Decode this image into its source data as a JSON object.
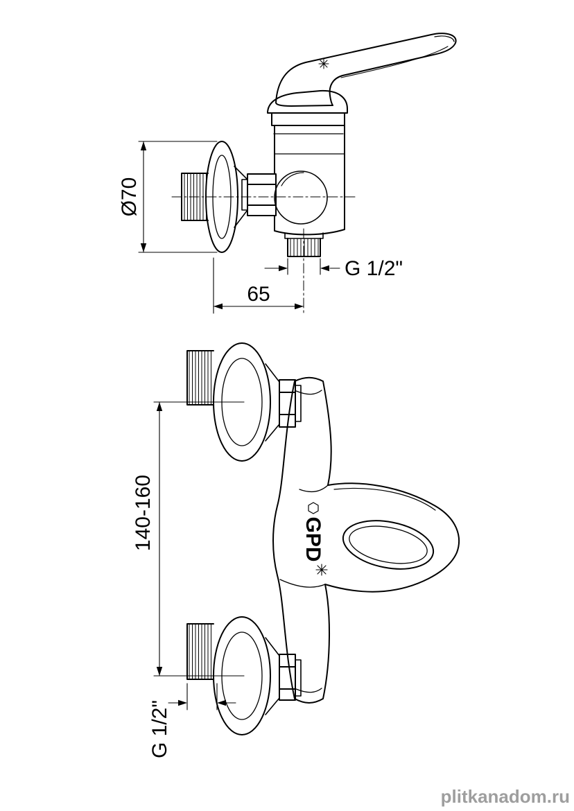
{
  "colors": {
    "line": "#000000",
    "background": "#ffffff",
    "watermark": "#9e9e9e"
  },
  "side_view": {
    "labels": {
      "flange_diameter": "Ø70",
      "outlet_thread": "G 1/2\"",
      "wall_to_outlet_depth": "65"
    }
  },
  "front_view": {
    "labels": {
      "connection_distance": "140-160",
      "inlet_thread": "G 1/2\"",
      "body_logo": "GPD"
    }
  },
  "watermark": {
    "text": "plitkanadom.ru"
  }
}
